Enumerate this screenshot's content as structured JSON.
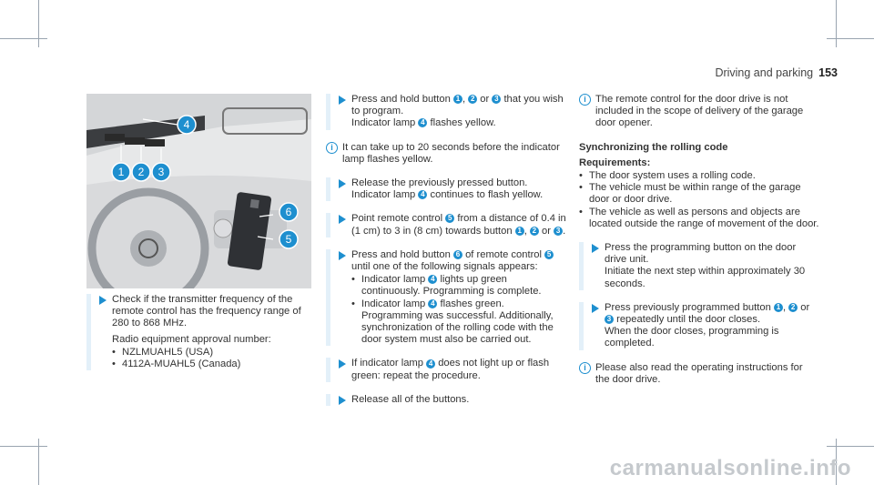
{
  "header": {
    "section": "Driving and parking",
    "page": "153"
  },
  "figure": {
    "callouts": [
      "1",
      "2",
      "3",
      "4",
      "5",
      "6"
    ]
  },
  "col1": {
    "step_text": "Check if the transmitter frequency of the remote control has the frequency range of 280 to 868 MHz.",
    "approval_label": "Radio equipment approval number:",
    "approvals": [
      "NZLMUAHL5 (USA)",
      "4112A-MUAHL5 (Canada)"
    ]
  },
  "col2": {
    "s1_a": "Press and hold button",
    "s1_b": ",",
    "s1_c": "or",
    "s1_d": "that you wish to program.",
    "s1_e": "Indicator lamp",
    "s1_f": "flashes yellow.",
    "note1": "It can take up to 20 seconds before the indicator lamp flashes yellow.",
    "s2_a": "Release the previously pressed button.",
    "s2_b": "Indicator lamp",
    "s2_c": "continues to flash yellow.",
    "s3_a": "Point remote control",
    "s3_b": "from a distance of 0.4 in (1 cm) to 3 in (8 cm) towards button",
    "s3_c": ",",
    "s3_d": "or",
    "s3_e": ".",
    "s4_a": "Press and hold button",
    "s4_b": "of remote control",
    "s4_c": "until one of the following signals appears:",
    "s4_li1_a": "Indicator lamp",
    "s4_li1_b": "lights up green continuously. Programming is complete.",
    "s4_li2_a": "Indicator lamp",
    "s4_li2_b": "flashes green. Programming was successful. Additionally, synchronization of the rolling code with the door system must also be carried out.",
    "s5_a": "If indicator lamp",
    "s5_b": "does not light up or flash green: repeat the procedure.",
    "s6": "Release all of the buttons."
  },
  "col3": {
    "note1": "The remote control for the door drive is not included in the scope of delivery of the garage door opener.",
    "heading": "Synchronizing the rolling code",
    "req_label": "Requirements:",
    "reqs": [
      "The door system uses a rolling code.",
      "The vehicle must be within range of the garage door or door drive.",
      "The vehicle as well as persons and objects are located outside the range of movement of the door."
    ],
    "s1_a": "Press the programming button on the door drive unit.",
    "s1_b": "Initiate the next step within approximately 30 seconds.",
    "s2_a": "Press previously programmed button",
    "s2_b": ",",
    "s2_c": "or",
    "s2_d": "repeatedly until the door closes.",
    "s2_e": "When the door closes, programming is completed.",
    "note2": "Please also read the operating instructions for the door drive."
  },
  "badges": {
    "b1": "1",
    "b2": "2",
    "b3": "3",
    "b4": "4",
    "b5": "5",
    "b6": "6"
  },
  "info_glyph": "i",
  "watermark": "carmanualsonline.info",
  "colors": {
    "accent": "#1e8fcf",
    "step_bar": "#e3f0f9"
  }
}
